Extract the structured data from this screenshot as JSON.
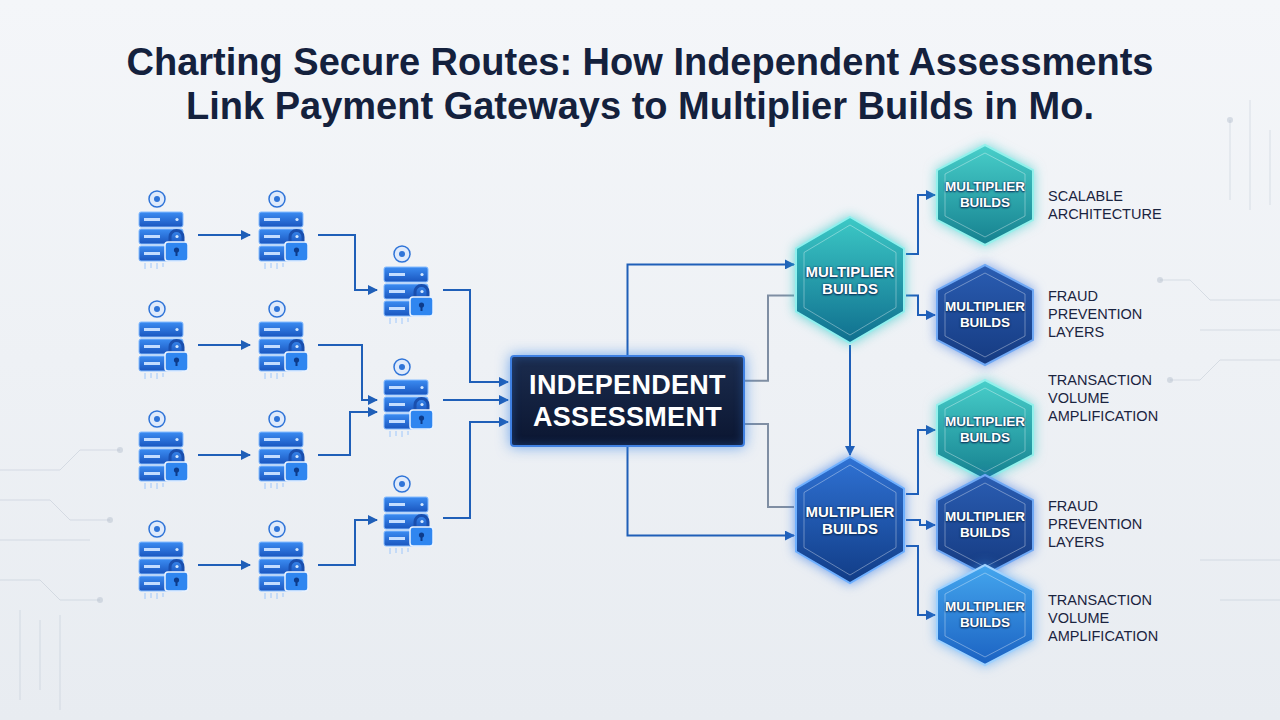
{
  "diagram": {
    "title": "Charting Secure Routes: How Independent Assessments Link Payment Gateways to Multiplier Builds in Mo.",
    "nodes": [
      {
        "text": [
          "INDEPENDENT ASSESSMENT"
        ]
      },
      {
        "text": [
          "MULTIPLIER BUILDS"
        ]
      },
      {
        "text": [
          "MULTIPLIER BUILDS"
        ]
      },
      {
        "text": [
          "MULTIPLIER BUILDS"
        ]
      },
      {
        "text": [
          "MULTIPLIER BUILDS"
        ]
      },
      {
        "text": [
          "MULTIPLIER BUILDS"
        ]
      },
      {
        "text": [
          "MULTIPLIER BUILDS"
        ]
      },
      {
        "text": [
          "MULTIPLIER BUILDS"
        ]
      }
    ],
    "edges": [
      {
        "from": 0,
        "to": 1,
        "arrow": "to"
      },
      {
        "from": 1,
        "to": 0,
        "arrow": "none"
      },
      {
        "from": 0,
        "to": 2,
        "arrow": "to"
      },
      {
        "from": 2,
        "to": 0,
        "arrow": "none"
      },
      {
        "from": 1,
        "to": 2,
        "arrow": "to"
      },
      {
        "from": 1,
        "to": 3,
        "arrow": "to"
      },
      {
        "from": 1,
        "to": 4,
        "arrow": "to"
      },
      {
        "from": 2,
        "to": 5,
        "arrow": "to"
      },
      {
        "from": 2,
        "to": 6,
        "arrow": "to"
      },
      {
        "from": 2,
        "to": 7,
        "arrow": "to"
      }
    ],
    "labels": [
      "SCALABLE ARCHITECTURE",
      "FRAUD PREVENTION LAYERS",
      "TRANSACTION VOLUME AMPLIFICATION",
      "FRAUD PREVENTION LAYERS",
      "TRANSACTION VOLUME AMPLIFICATION"
    ]
  }
}
